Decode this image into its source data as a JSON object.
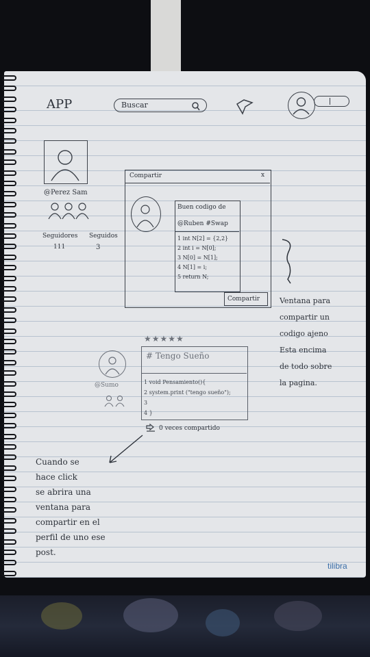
{
  "header": {
    "app_label": "APP",
    "search_placeholder": "Buscar",
    "search_icon": "magnifier-icon",
    "notifications_icon": "pin-icon",
    "avatar_icon": "user-avatar-icon"
  },
  "profile": {
    "username": "@Perez Sam",
    "followers_label": "Seguidores",
    "following_label": "Seguidos",
    "followers_count": "111",
    "following_count": "3"
  },
  "share_dialog": {
    "title": "Compartir",
    "close": "x",
    "comment_line1": "Buen codigo de",
    "comment_line2": "@Ruben #Swap",
    "code_lines": [
      "1 int N[2] = {2,2}",
      "2 int i = N[0];",
      "3 N[0] = N[1];",
      "4 N[1] = i;",
      "5 return N;"
    ],
    "share_button": "Compartir"
  },
  "annotation_right": {
    "lines": [
      "Ventana para",
      "compartir un",
      "codigo ajeno",
      "Esta encima",
      "de todo sobre",
      "la pagina."
    ]
  },
  "post": {
    "stars": "★★★★★",
    "username": "@Sumo",
    "title": "# Tengo Sueño",
    "code_lines": [
      "1 void  Pensamiento(){",
      "2    system.print (\"tengo sueño\");",
      "3",
      "4 }"
    ],
    "share_count": "0 veces compartido"
  },
  "annotation_bottom": {
    "lines": [
      "Cuando se",
      "hace click",
      "se abrira una",
      "ventana para",
      "compartir en el",
      "perfil de uno ese",
      "post."
    ]
  },
  "notebook_brand": "tilibra"
}
